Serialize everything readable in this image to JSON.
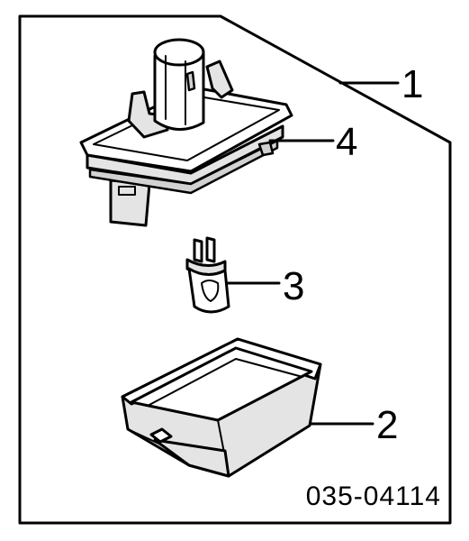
{
  "callouts": [
    {
      "id": "1",
      "label": "1"
    },
    {
      "id": "2",
      "label": "2"
    },
    {
      "id": "3",
      "label": "3"
    },
    {
      "id": "4",
      "label": "4"
    }
  ],
  "part_number": "035-04114",
  "colors": {
    "line": "#000000",
    "shade": "#e4e4e4",
    "background": "#ffffff"
  }
}
